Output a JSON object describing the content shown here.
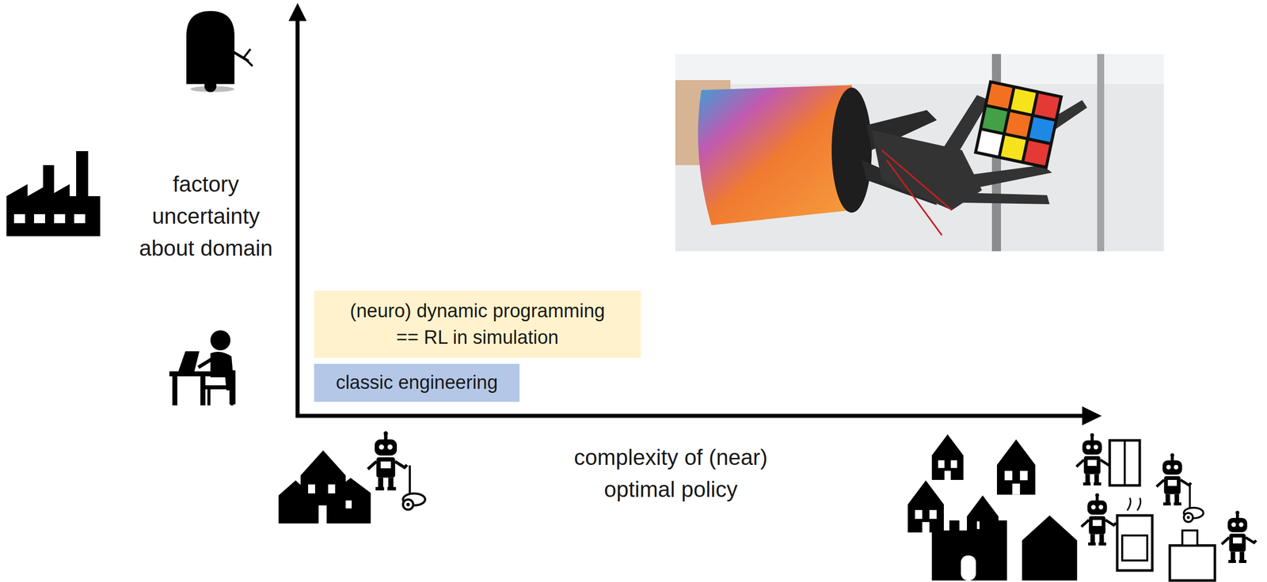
{
  "diagram": {
    "nodes": [
      {
        "text": [
          "(neuro) dynamic programming == RL in simulation"
        ]
      },
      {
        "text": [
          "classic engineering"
        ]
      }
    ],
    "labels": [
      "factory",
      "uncertainty about domain",
      "complexity of (near) optimal policy"
    ]
  }
}
